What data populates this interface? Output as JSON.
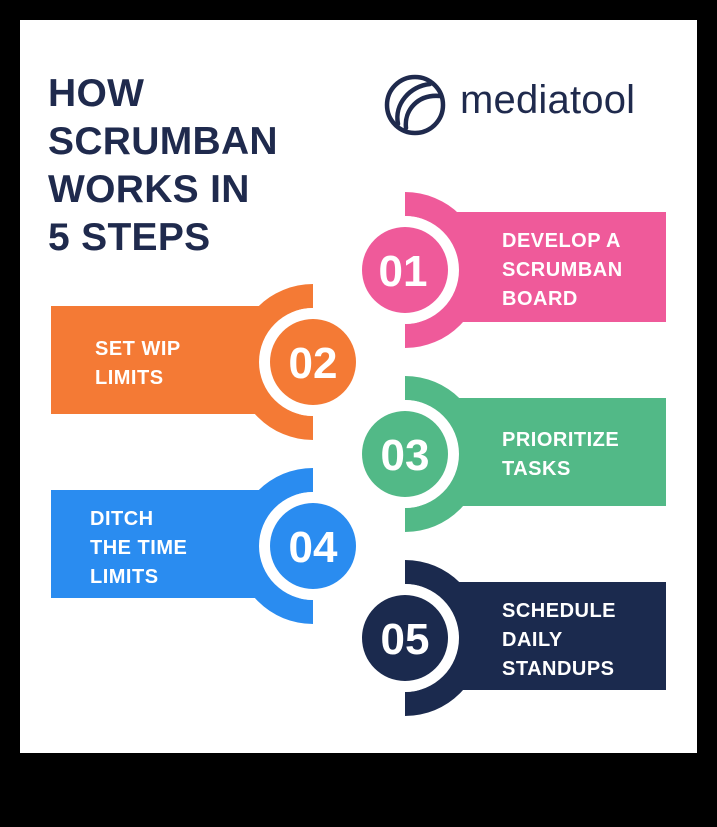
{
  "title_lines": [
    "HOW",
    "SCRUMBAN",
    "WORKS IN",
    "5 STEPS"
  ],
  "logo": {
    "text": "mediatool",
    "icon": "mediatool-logo-icon"
  },
  "colors": {
    "navy": "#1f2a4d",
    "pink": "#ef5a9a",
    "orange": "#f47a35",
    "green": "#52b987",
    "blue": "#2a8cf0",
    "dark_navy": "#1b2a4e"
  },
  "steps": [
    {
      "number": "01",
      "lines": [
        "DEVELOP A",
        "SCRUMBAN",
        "BOARD"
      ],
      "color": "#ef5a9a"
    },
    {
      "number": "02",
      "lines": [
        "SET WIP",
        "LIMITS"
      ],
      "color": "#f47a35"
    },
    {
      "number": "03",
      "lines": [
        "PRIORITIZE",
        "TASKS"
      ],
      "color": "#52b987"
    },
    {
      "number": "04",
      "lines": [
        "DITCH",
        "THE TIME",
        "LIMITS"
      ],
      "color": "#2a8cf0"
    },
    {
      "number": "05",
      "lines": [
        "SCHEDULE",
        "DAILY",
        "STANDUPS"
      ],
      "color": "#1b2a4e"
    }
  ]
}
